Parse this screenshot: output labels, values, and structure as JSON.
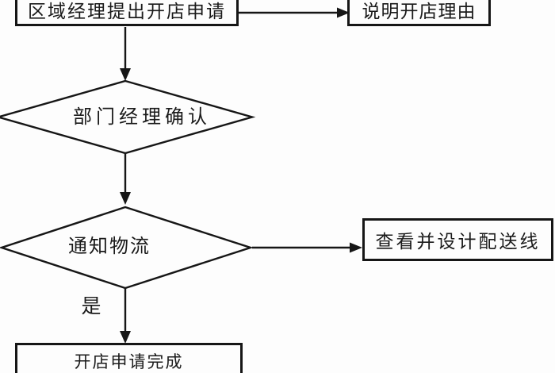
{
  "flowchart": {
    "background_color": "#fdfdfd",
    "line_color": "#161616",
    "nodes": [
      {
        "id": "submit-application",
        "type": "process",
        "label": "区域经理提出开店申请"
      },
      {
        "id": "explain-reason",
        "type": "process",
        "label": "说明开店理由"
      },
      {
        "id": "manager-confirm",
        "type": "decision",
        "label": "部门经理确认"
      },
      {
        "id": "notify-logistics",
        "type": "decision",
        "label": "通知物流"
      },
      {
        "id": "design-route",
        "type": "process",
        "label": "查看并设计配送线"
      },
      {
        "id": "application-done",
        "type": "process",
        "label": "开店申请完成"
      }
    ],
    "edges": [
      {
        "from": "submit-application",
        "to": "explain-reason",
        "label": ""
      },
      {
        "from": "submit-application",
        "to": "manager-confirm",
        "label": ""
      },
      {
        "from": "manager-confirm",
        "to": "notify-logistics",
        "label": ""
      },
      {
        "from": "notify-logistics",
        "to": "design-route",
        "label": ""
      },
      {
        "from": "notify-logistics",
        "to": "application-done",
        "label": "是"
      }
    ]
  }
}
